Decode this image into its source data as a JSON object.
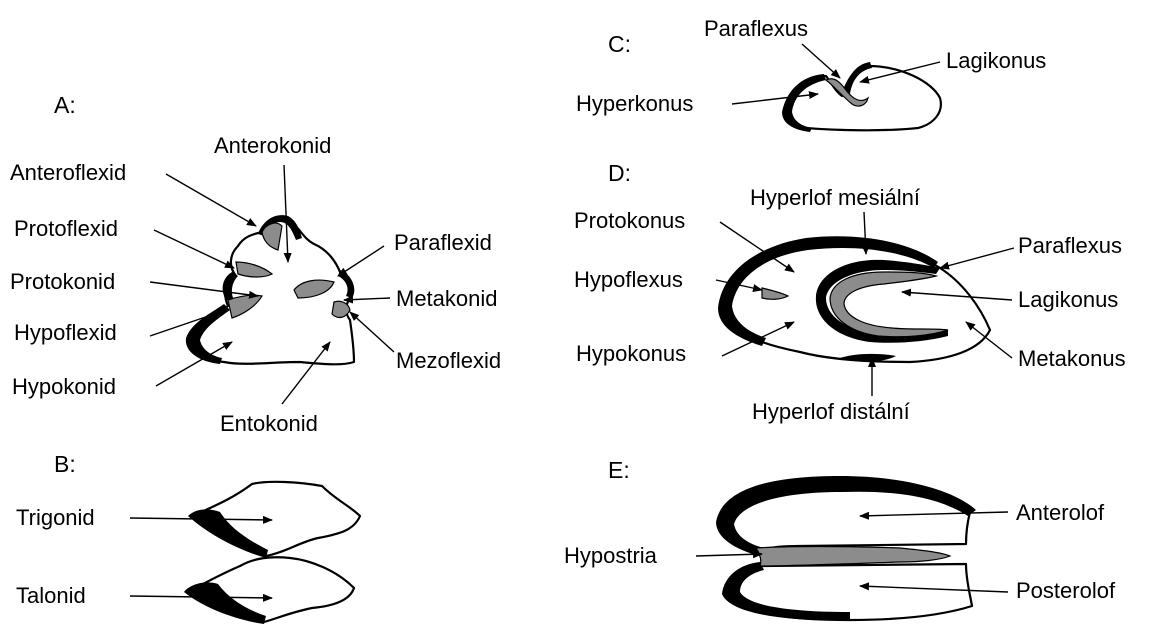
{
  "panels": {
    "a": {
      "letter": "A:",
      "labels": {
        "anteroflexid": "Anteroflexid",
        "anterokonid": "Anterokonid",
        "protoflexid": "Protoflexid",
        "protokonid": "Protokonid",
        "hypoflexid": "Hypoflexid",
        "hypokonid": "Hypokonid",
        "entokonid": "Entokonid",
        "paraflexid": "Paraflexid",
        "metakonid": "Metakonid",
        "mezoflexid": "Mezoflexid"
      }
    },
    "b": {
      "letter": "B:",
      "labels": {
        "trigonid": "Trigonid",
        "talonid": "Talonid"
      }
    },
    "c": {
      "letter": "C:",
      "labels": {
        "paraflexus": "Paraflexus",
        "lagikonus": "Lagikonus",
        "hyperkonus": "Hyperkonus"
      }
    },
    "d": {
      "letter": "D:",
      "labels": {
        "protokonus": "Protokonus",
        "hyperlof_mesialni": "Hyperlof mesiální",
        "paraflexus": "Paraflexus",
        "hypoflexus": "Hypoflexus",
        "lagikonus": "Lagikonus",
        "hypokonus": "Hypokonus",
        "metakonus": "Metakonus",
        "hyperlof_distalni": "Hyperlof distální"
      }
    },
    "e": {
      "letter": "E:",
      "labels": {
        "anterolof": "Anterolof",
        "hypostria": "Hypostria",
        "posterolof": "Posterolof"
      }
    }
  },
  "colors": {
    "enamel": "#000000",
    "cement": "#8c8c8c",
    "dentine": "#ffffff"
  }
}
